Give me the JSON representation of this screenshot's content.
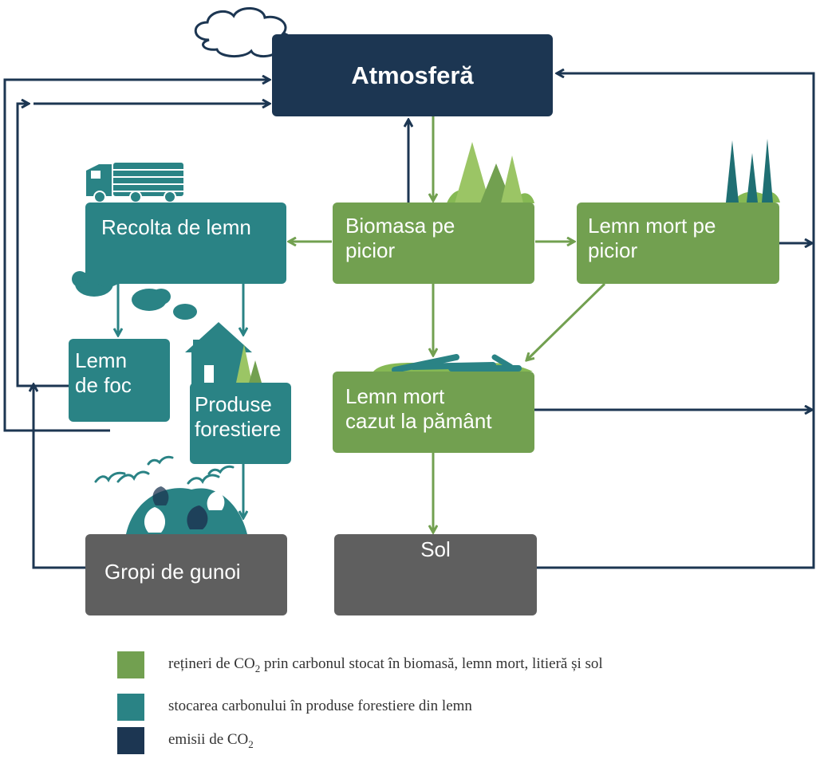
{
  "colors": {
    "green": "#72a050",
    "teal": "#2a8385",
    "navy": "#1c3652",
    "gray": "#5f5f5f",
    "light_green": "#9bc565",
    "grass": "#86b954"
  },
  "boxes": {
    "atmosphere": "Atmosferă",
    "harvest": "Recolta de lemn",
    "standing_biomass": [
      "Biomasa pe",
      "picior"
    ],
    "standing_deadwood": [
      "Lemn mort pe",
      "picior"
    ],
    "firewood": [
      "Lemn",
      "de foc"
    ],
    "forest_products": [
      "Produse",
      "forestiere"
    ],
    "fallen_deadwood": [
      "Lemn mort",
      "cazut la pământ"
    ],
    "landfills": "Gropi de gunoi",
    "soil": "Sol"
  },
  "legend": [
    {
      "color": "#72a050",
      "pre": "rețineri de CO",
      "sub": "2",
      "post": " prin carbonul stocat în biomasă, lemn mort, litieră și sol"
    },
    {
      "color": "#2a8385",
      "pre": "stocarea carbonului în produse forestiere din lemn",
      "sub": "",
      "post": ""
    },
    {
      "color": "#1c3652",
      "pre": "emisii de CO",
      "sub": "2",
      "post": ""
    }
  ],
  "icons": [
    "cloud-icon",
    "truck-icon",
    "trees-icon",
    "smoke-icon",
    "house-icon",
    "logs-icon",
    "landfill-icon",
    "birds-icon",
    "bag-icon"
  ]
}
